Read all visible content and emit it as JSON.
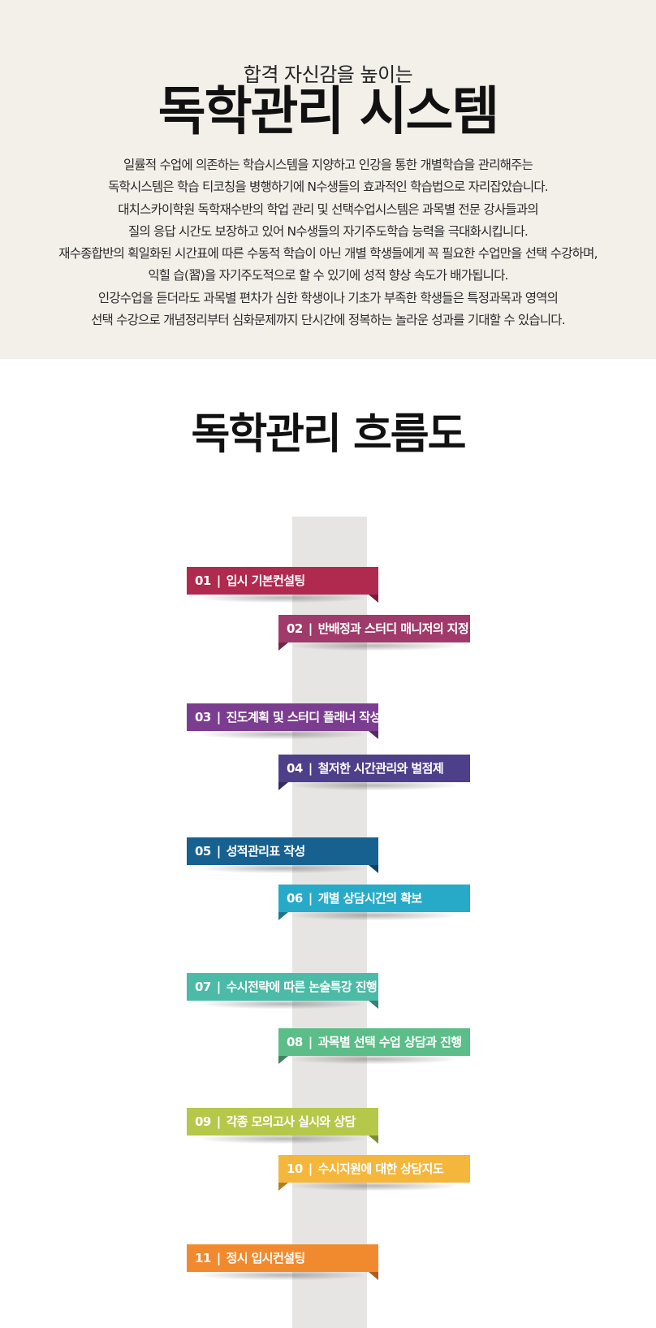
{
  "intro": {
    "subtitle": "합격 자신감을 높이는",
    "title": "독학관리 시스템",
    "lines": [
      "일률적 수업에 의존하는 학습시스템을 지양하고 인강을 통한 개별학습을 관리해주는",
      "독학시스템은 학습 티코칭을 병행하기에 N수생들의 효과적인 학습법으로 자리잡았습니다.",
      "대치스카이학원 독학재수반의 학업 관리 및 선택수업시스템은 과목별 전문 강사들과의",
      "질의 응답 시간도 보장하고 있어 N수생들의 자기주도학습 능력을 극대화시킵니다.",
      "재수종합반의 획일화된 시간표에 따른 수동적 학습이 아닌 개별 학생들에게 꼭 필요한 수업만을 선택 수강하며,",
      "익힐 습(習)을 자기주도적으로 할 수 있기에 성적 향상 속도가 배가됩니다.",
      "인강수업을 듣더라도 과목별 편차가 심한 학생이나 기초가 부족한 학생들은 특정과목과 영역의",
      "선택 수강으로 개념정리부터 심화문제까지 단시간에 정복하는 놀라운 성과를 기대할 수 있습니다."
    ]
  },
  "flow": {
    "title": "독학관리 흐름도",
    "separator": "|",
    "steps": [
      {
        "num": "01",
        "label": "입시 기본컨설팅",
        "color": "#b0294f",
        "fold": "#7a1c37"
      },
      {
        "num": "02",
        "label": "반배정과 스터디 매니저의 지정",
        "color": "#a03a6b",
        "fold": "#6e284a"
      },
      {
        "num": "03",
        "label": "진도계획 및 스터디 플래너 작성",
        "color": "#7b3d8f",
        "fold": "#552a63"
      },
      {
        "num": "04",
        "label": "철저한 시간관리와 벌점제",
        "color": "#4e3f8a",
        "fold": "#362b60"
      },
      {
        "num": "05",
        "label": "성적관리표 작성",
        "color": "#176190",
        "fold": "#0f4364"
      },
      {
        "num": "06",
        "label": "개별 상담시간의 확보",
        "color": "#27aac8",
        "fold": "#1a778c"
      },
      {
        "num": "07",
        "label": "수시전략에 따른 논술특강 진행",
        "color": "#4bbaa6",
        "fold": "#348274"
      },
      {
        "num": "08",
        "label": "과목별 선택 수업 상담과 진행",
        "color": "#5bbd87",
        "fold": "#3f845e"
      },
      {
        "num": "09",
        "label": "각종 모의고사 실시와 상담",
        "color": "#b6c84a",
        "fold": "#7f8c33"
      },
      {
        "num": "10",
        "label": "수시지원에 대한 상담지도",
        "color": "#f5b63c",
        "fold": "#ab7f2a"
      },
      {
        "num": "11",
        "label": "정시 입시컨설팅",
        "color": "#f18a2f",
        "fold": "#a86020"
      }
    ]
  }
}
